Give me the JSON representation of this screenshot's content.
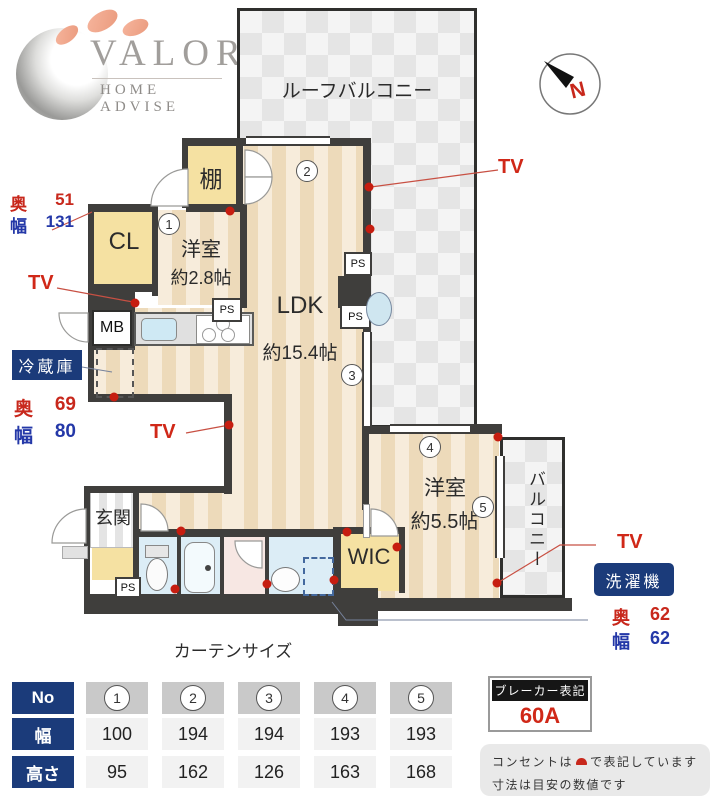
{
  "logo": {
    "title": "VALOR",
    "subtitle": "HOME ADVISE"
  },
  "compass": {
    "label": "N"
  },
  "plan": {
    "roof_balcony": "ルーフバルコニー",
    "balcony": "バルコニー",
    "ldk": {
      "name": "LDK",
      "size": "約15.4帖"
    },
    "room1": {
      "name": "洋室",
      "size": "約2.8帖"
    },
    "room2": {
      "name": "洋室",
      "size": "約5.5帖"
    },
    "shelf": "棚",
    "closet": "CL",
    "meter_box": "MB",
    "wic": "WIC",
    "entrance": "玄関",
    "pipe_space": "PS",
    "tv_label": "TV",
    "markers": [
      "1",
      "2",
      "3",
      "4",
      "5"
    ],
    "closet_dims": {
      "depth_label": "奥",
      "depth": "51",
      "width_label": "幅",
      "width": "131"
    },
    "refrigerator": {
      "label": "冷蔵庫",
      "depth_label": "奥",
      "depth": "69",
      "width_label": "幅",
      "width": "80"
    },
    "washer": {
      "label": "洗濯機",
      "depth_label": "奥",
      "depth": "62",
      "width_label": "幅",
      "width": "62"
    }
  },
  "curtain_table": {
    "title": "カーテンサイズ",
    "no_header": "No",
    "width_header": "幅",
    "height_header": "高さ",
    "columns": [
      "1",
      "2",
      "3",
      "4",
      "5"
    ],
    "widths": [
      "100",
      "194",
      "194",
      "193",
      "193"
    ],
    "heights": [
      "95",
      "162",
      "126",
      "163",
      "168"
    ]
  },
  "breaker": {
    "label": "ブレーカー表記",
    "value": "60A"
  },
  "notes": {
    "line1_pre": "コンセントは",
    "line1_post": "で表記しています",
    "line2": "寸法は目安の数値です"
  },
  "colors": {
    "accent_red": "#c8281c",
    "label_navy": "#1b3b7a",
    "dim_blue": "#2438a8",
    "wall": "#3f3e3c"
  }
}
